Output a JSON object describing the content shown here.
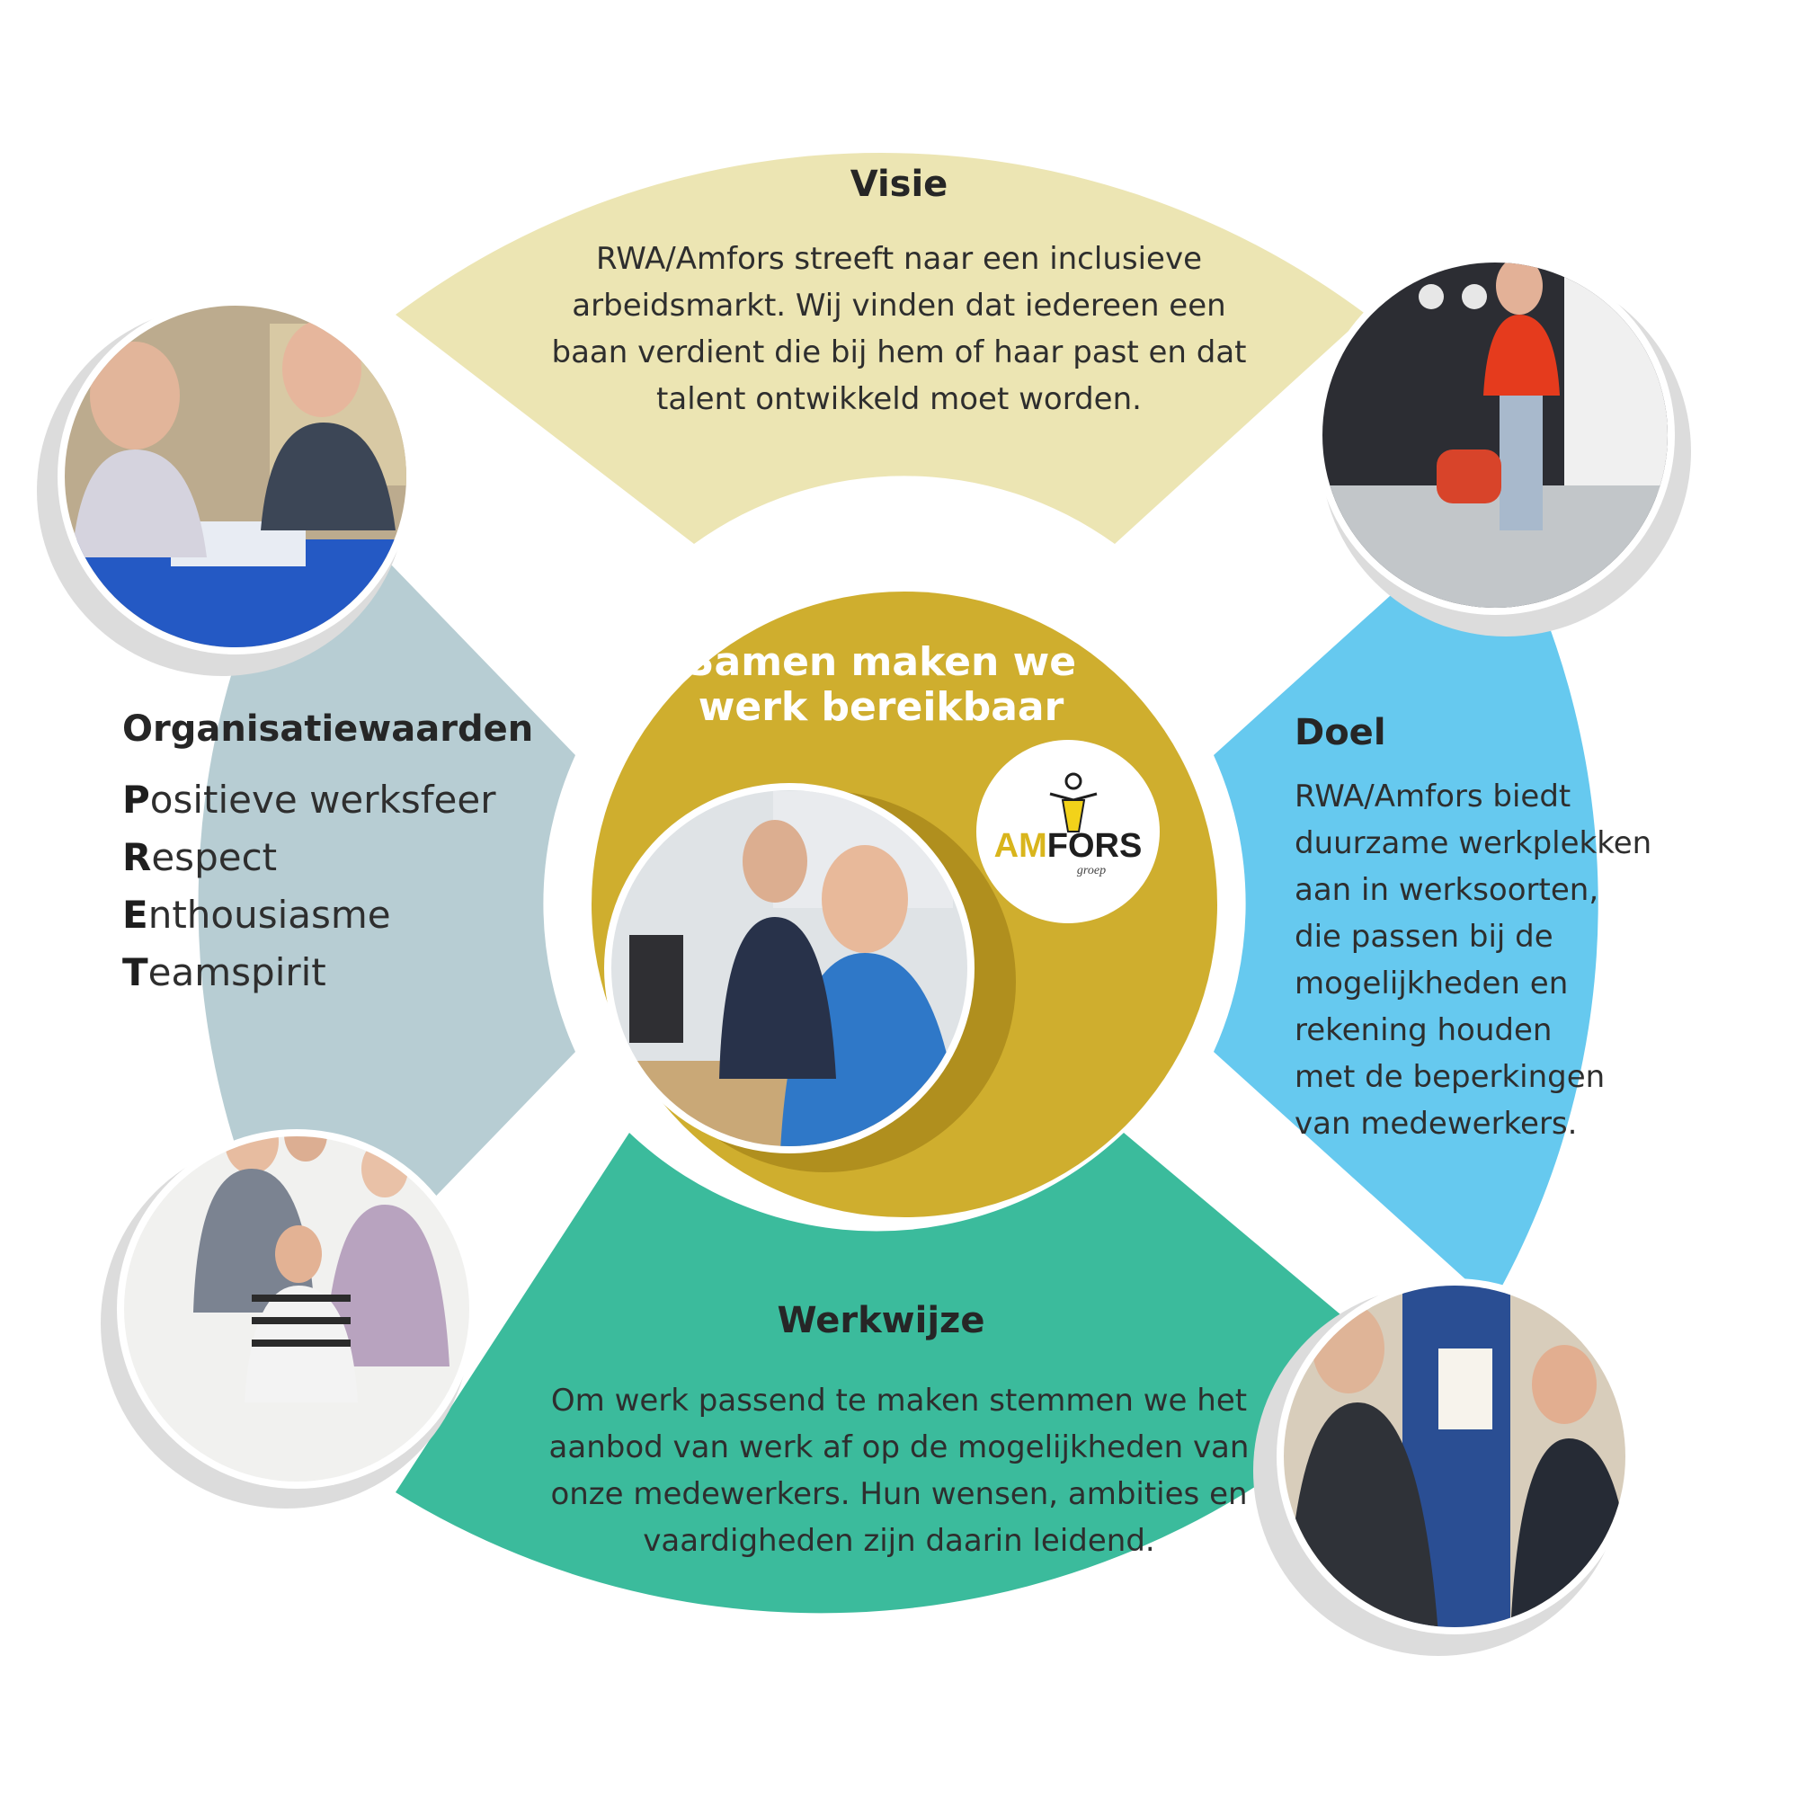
{
  "colors": {
    "visie": "#ece5b3",
    "organisatiewaarden": "#b7cdd3",
    "doel": "#66c9ef",
    "werkwijze": "#3bbb9c",
    "center": "#cfae2e",
    "center_shadow": "#b08f1e",
    "photo_shadow": "#dcdcdc"
  },
  "center": {
    "title": "Samen maken we werk bereikbaar"
  },
  "logo": {
    "brand_a": "AM",
    "brand_b": "FORS",
    "sub": "groep"
  },
  "visie": {
    "heading": "Visie",
    "lines": [
      "RWA/Amfors streeft naar een inclusieve",
      "arbeidsmarkt. Wij vinden dat iedereen een",
      "baan verdient die bij hem of haar past en dat",
      "talent ontwikkeld moet worden."
    ]
  },
  "organisatiewaarden": {
    "heading": "Organisatiewaarden",
    "items": [
      {
        "initial": "P",
        "rest": "ositieve werksfeer"
      },
      {
        "initial": "R",
        "rest": "espect"
      },
      {
        "initial": "E",
        "rest": "nthousiasme"
      },
      {
        "initial": "T",
        "rest": "eamspirit"
      }
    ]
  },
  "doel": {
    "heading": "Doel",
    "lines": [
      "RWA/Amfors biedt",
      "duurzame werkplekken",
      "aan in werksoorten,",
      "die passen bij de",
      "mogelijkheden en",
      "rekening houden",
      "met de beperkingen",
      "van medewerkers."
    ]
  },
  "werkwijze": {
    "heading": "Werkwijze",
    "lines": [
      "Om werk passend te maken stemmen we het",
      "aanbod van werk af op de mogelijkheden van",
      "onze medewerkers. Hun wensen, ambities en",
      "vaardigheden zijn daarin leidend."
    ]
  }
}
